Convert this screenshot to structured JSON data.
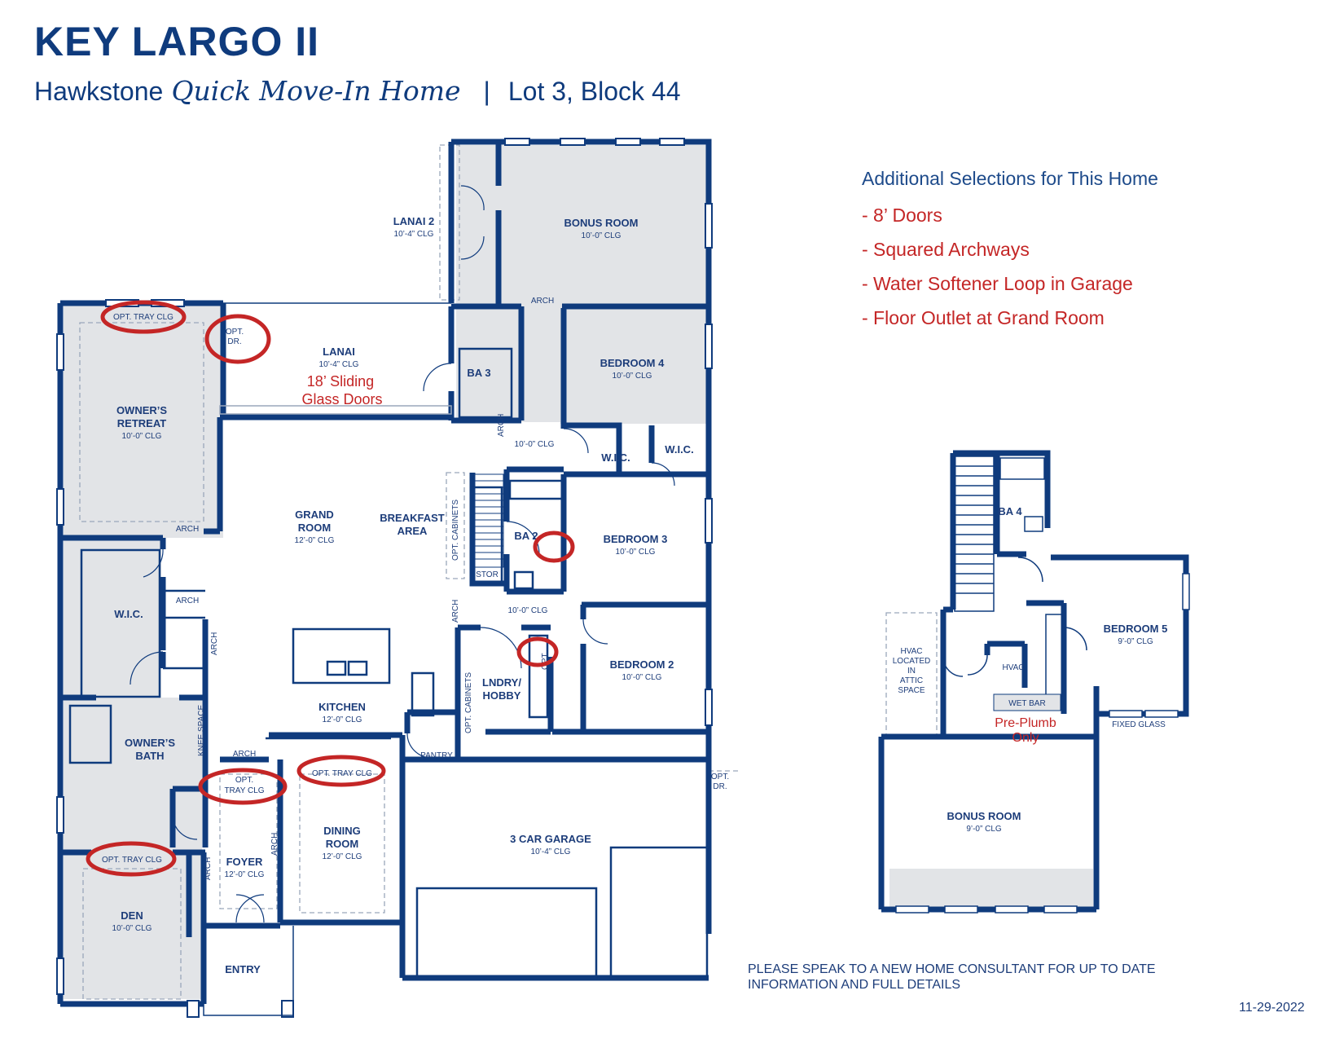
{
  "header": {
    "title": "KEY LARGO II",
    "community": "Hawkstone",
    "qmi": "Quick Move-In Home",
    "separator": "|",
    "lot": "Lot 3, Block 44"
  },
  "selections": {
    "heading": "Additional Selections for This Home",
    "items": [
      "- 8’ Doors",
      "- Squared Archways",
      "- Water Softener Loop in Garage",
      "- Floor Outlet at Grand Room"
    ]
  },
  "plan": {
    "rooms": {
      "lanai2": {
        "name": "LANAI 2",
        "clg": "10’-4” CLG"
      },
      "bonus1": {
        "name": "BONUS ROOM",
        "clg": "10’-0” CLG"
      },
      "lanai": {
        "name": "LANAI",
        "clg": "10’-4” CLG"
      },
      "ba3": {
        "name": "BA 3"
      },
      "bed4": {
        "name": "BEDROOM 4",
        "clg": "10’-0” CLG"
      },
      "owners_retreat": {
        "name1": "OWNER’S",
        "name2": "RETREAT",
        "clg": "10’-0” CLG"
      },
      "grand": {
        "name1": "GRAND",
        "name2": "ROOM",
        "clg": "12’-0” CLG"
      },
      "breakfast": {
        "name1": "BREAKFAST",
        "name2": "AREA"
      },
      "hall_clg": "10’-0” CLG",
      "wic_a": {
        "name": "W.I.C."
      },
      "wic_b": {
        "name": "W.I.C."
      },
      "ba2": {
        "name": "BA 2"
      },
      "bed3": {
        "name": "BEDROOM 3",
        "clg": "10’-0” CLG"
      },
      "wic_owner": {
        "name": "W.I.C."
      },
      "stor": "STOR",
      "hall2_clg": "10’-0” CLG",
      "bed2": {
        "name": "BEDROOM 2",
        "clg": "10’-0” CLG"
      },
      "lndry": {
        "name1": "LNDRY/",
        "name2": "HOBBY"
      },
      "kitchen": {
        "name": "KITCHEN",
        "clg": "12’-0” CLG"
      },
      "owners_bath": {
        "name1": "OWNER’S",
        "name2": "BATH"
      },
      "knee": {
        "name": "KNEE SPACE"
      },
      "pantry": "PANTRY",
      "garage": {
        "name": "3 CAR GARAGE",
        "clg": "10’-4” CLG"
      },
      "dining": {
        "name1": "DINING",
        "name2": "ROOM",
        "clg": "12’-0” CLG"
      },
      "foyer": {
        "name": "FOYER",
        "clg": "12’-0” CLG"
      },
      "den": {
        "name": "DEN",
        "clg": "10’-0” CLG"
      },
      "entry": "ENTRY",
      "ba4": {
        "name": "BA 4"
      },
      "bed5": {
        "name": "BEDROOM 5",
        "clg": "9’-0” CLG"
      },
      "hvac_attic": [
        "HVAC",
        "LOCATED",
        "IN",
        "ATTIC",
        "SPACE"
      ],
      "hvac": "HVAC",
      "wet_bar": "WET BAR",
      "fixed_glass": "FIXED GLASS",
      "bonus2": {
        "name": "BONUS ROOM",
        "clg": "9’-0” CLG"
      }
    },
    "labels": {
      "arch": "ARCH",
      "opt_tray": "OPT. TRAY CLG",
      "opt_tray_2a": "OPT.",
      "opt_tray_2b": "TRAY CLG",
      "opt_dr_a": "OPT.",
      "opt_dr_b": "DR.",
      "opt_cabinets": "OPT. CABINETS",
      "opt_short": "OPT"
    },
    "annotations": {
      "sliding1": "18’ Sliding",
      "sliding2": "Glass Doors",
      "preplumb1": "Pre-Plumb",
      "preplumb2": "Only"
    }
  },
  "footer": {
    "disclaimer_line1": "PLEASE SPEAK TO A NEW HOME CONSULTANT FOR UP TO DATE",
    "disclaimer_line2": "INFORMATION AND FULL DETAILS",
    "date": "11-29-2022"
  },
  "colors": {
    "wall": "#0f3b7d",
    "fill": "#e2e4e7",
    "highlight": "#c42626"
  }
}
